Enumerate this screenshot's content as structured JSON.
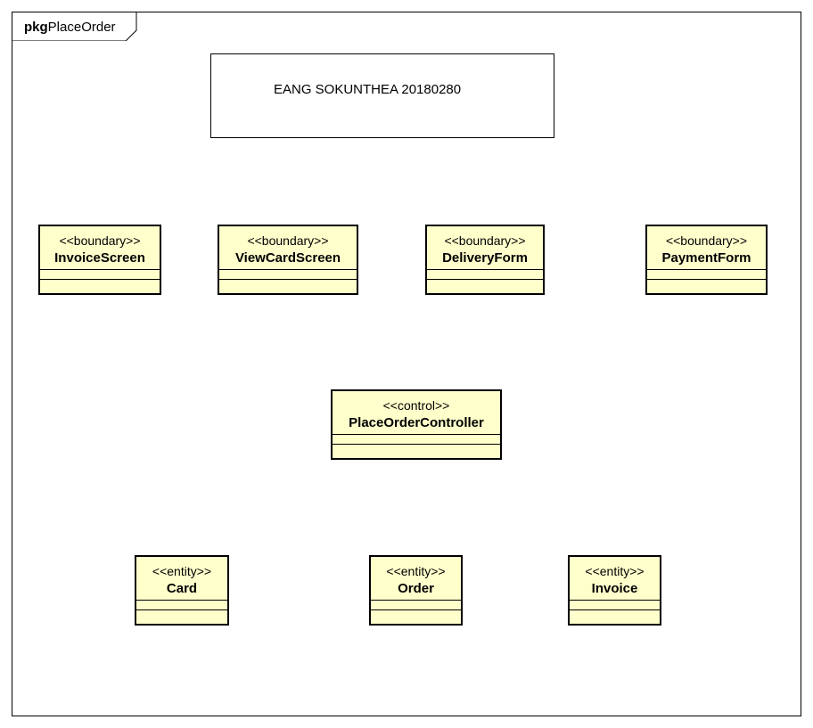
{
  "package": {
    "keyword": "pkg",
    "name": "PlaceOrder"
  },
  "note": {
    "text": "EANG SOKUNTHEA 20180280"
  },
  "boundaries": [
    {
      "stereotype": "<<boundary>>",
      "name": "InvoiceScreen"
    },
    {
      "stereotype": "<<boundary>>",
      "name": "ViewCardScreen"
    },
    {
      "stereotype": "<<boundary>>",
      "name": "DeliveryForm"
    },
    {
      "stereotype": "<<boundary>>",
      "name": "PaymentForm"
    }
  ],
  "controller": {
    "stereotype": "<<control>>",
    "name": "PlaceOrderController"
  },
  "entities": [
    {
      "stereotype": "<<entity>>",
      "name": "Card"
    },
    {
      "stereotype": "<<entity>>",
      "name": "Order"
    },
    {
      "stereotype": "<<entity>>",
      "name": "Invoice"
    }
  ],
  "colors": {
    "class_fill": "#ffffcc",
    "border": "#000000"
  }
}
